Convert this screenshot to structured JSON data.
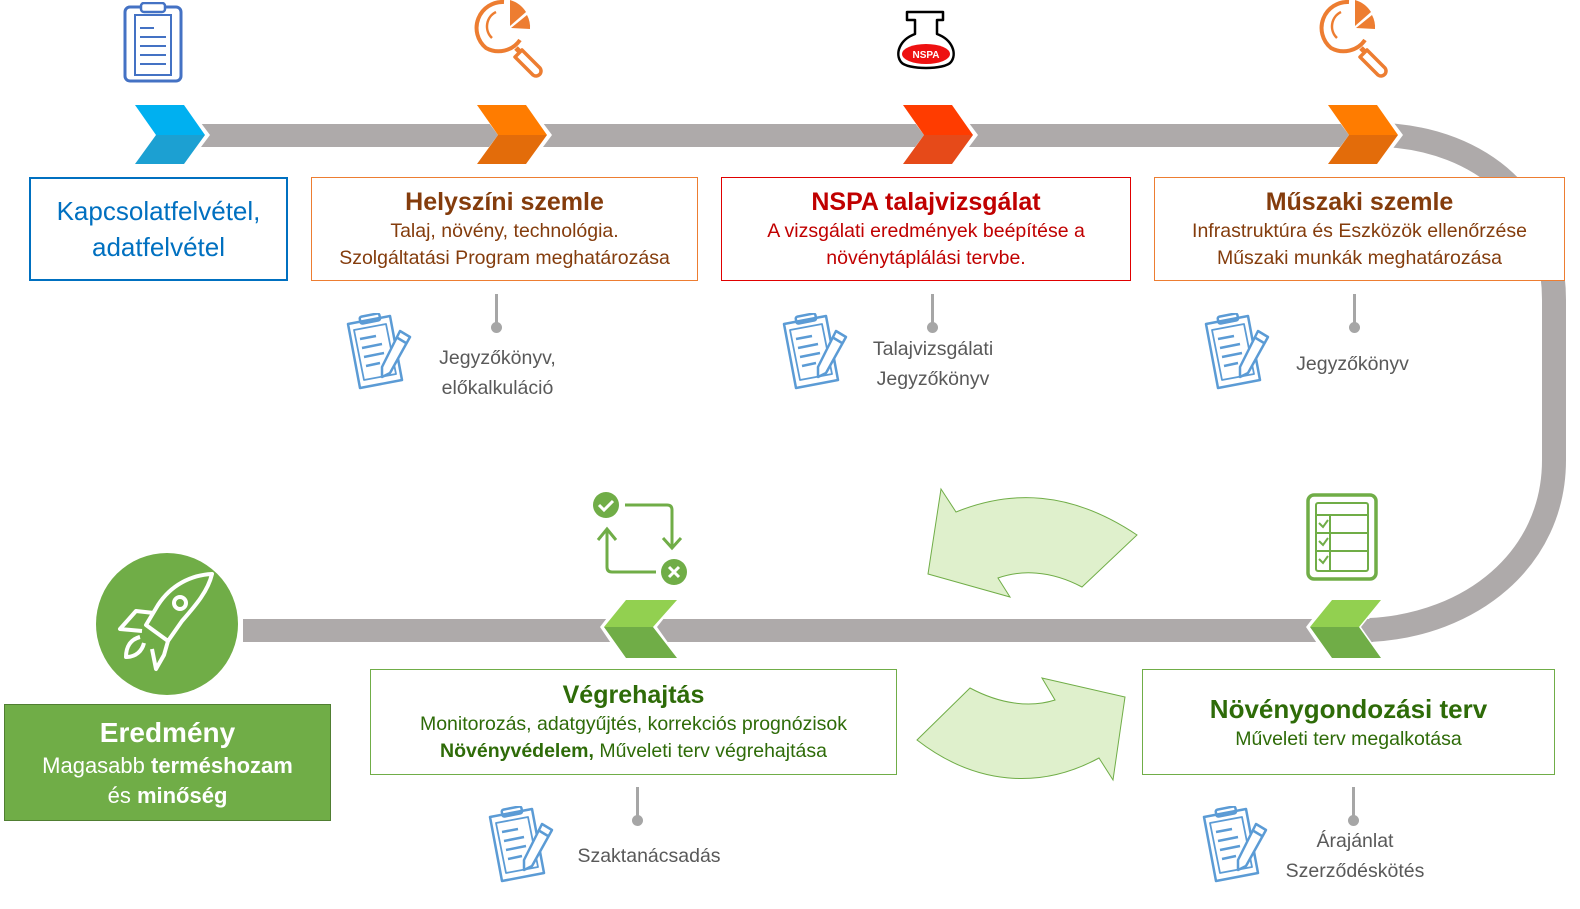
{
  "colors": {
    "track": "#aeaaaa",
    "blue": "#0070c0",
    "blue_chevron_top": "#00b0f0",
    "blue_chevron_bottom": "#1ca0d2",
    "orange": "#ed7d31",
    "orange_chevron_top": "#ff7c00",
    "orange_chevron_bottom": "#e36c0a",
    "brown_text": "#843c0c",
    "red": "#c00000",
    "red_border": "#e00000",
    "red_chevron_top": "#ff3c00",
    "red_chevron_bottom": "#e64a19",
    "green": "#70ad47",
    "dark_green_text": "#2e6b08",
    "green_chevron_top": "#92d050",
    "green_chevron_bottom": "#70ad47",
    "light_green_arrow": "#dff0cc",
    "doc_icon": "#5b9bd5",
    "gray_text": "#595959"
  },
  "steps": [
    {
      "id": "kapcsolatfelvetel",
      "icon": "clipboard-icon",
      "title_lines": [
        "Kapcsolatfelvétel,",
        "adatfelvétel"
      ]
    },
    {
      "id": "helyszini-szemle",
      "icon": "magnifier-pie-chart-icon",
      "title": "Helyszíni szemle",
      "lines": [
        "Talaj, növény, technológia.",
        "Szolgáltatási Program meghatározása"
      ],
      "document": [
        "Jegyzőkönyv,",
        "előkalkuláció"
      ]
    },
    {
      "id": "nspa-talajvizsgalat",
      "icon": "nspa-flask-icon",
      "icon_text": "NSPA",
      "title": "NSPA talajvizsgálat",
      "lines": [
        "A vizsgálati eredmények beépítése a",
        "növénytáplálási tervbe."
      ],
      "document": [
        "Talajvizsgálati",
        "Jegyzőkönyv"
      ]
    },
    {
      "id": "muszaki-szemle",
      "icon": "magnifier-pie-chart-icon",
      "title": "Műszaki szemle",
      "lines": [
        "Infrastruktúra és Eszközök ellenőrzése",
        "Műszaki munkák meghatározása"
      ],
      "document": [
        "Jegyzőkönyv"
      ]
    },
    {
      "id": "novenygondozasi-terv",
      "icon": "checklist-icon",
      "title": "Növénygondozási terv",
      "lines": [
        "Műveleti terv megalkotása"
      ],
      "document": [
        "Árajánlat",
        "Szerződéskötés"
      ]
    },
    {
      "id": "vegrehajtas",
      "icon": "cycle-check-cross-icon",
      "title": "Végrehajtás",
      "lines": [
        "Monitorozás, adatgyűjtés, korrekciós prognózisok"
      ],
      "line2_bold": "Növényvédelem,",
      "line2_rest": " Műveleti terv végrehajtása",
      "document": [
        "Szaktanácsadás"
      ]
    }
  ],
  "result": {
    "icon": "rocket-icon",
    "title": "Eredmény",
    "line1_plain": "Magasabb ",
    "line1_bold": "terméshozam",
    "line2_plain": "és ",
    "line2_bold": "minőség"
  },
  "cycle_arrows": [
    "arrow-left-curved-icon",
    "arrow-right-curved-icon"
  ]
}
